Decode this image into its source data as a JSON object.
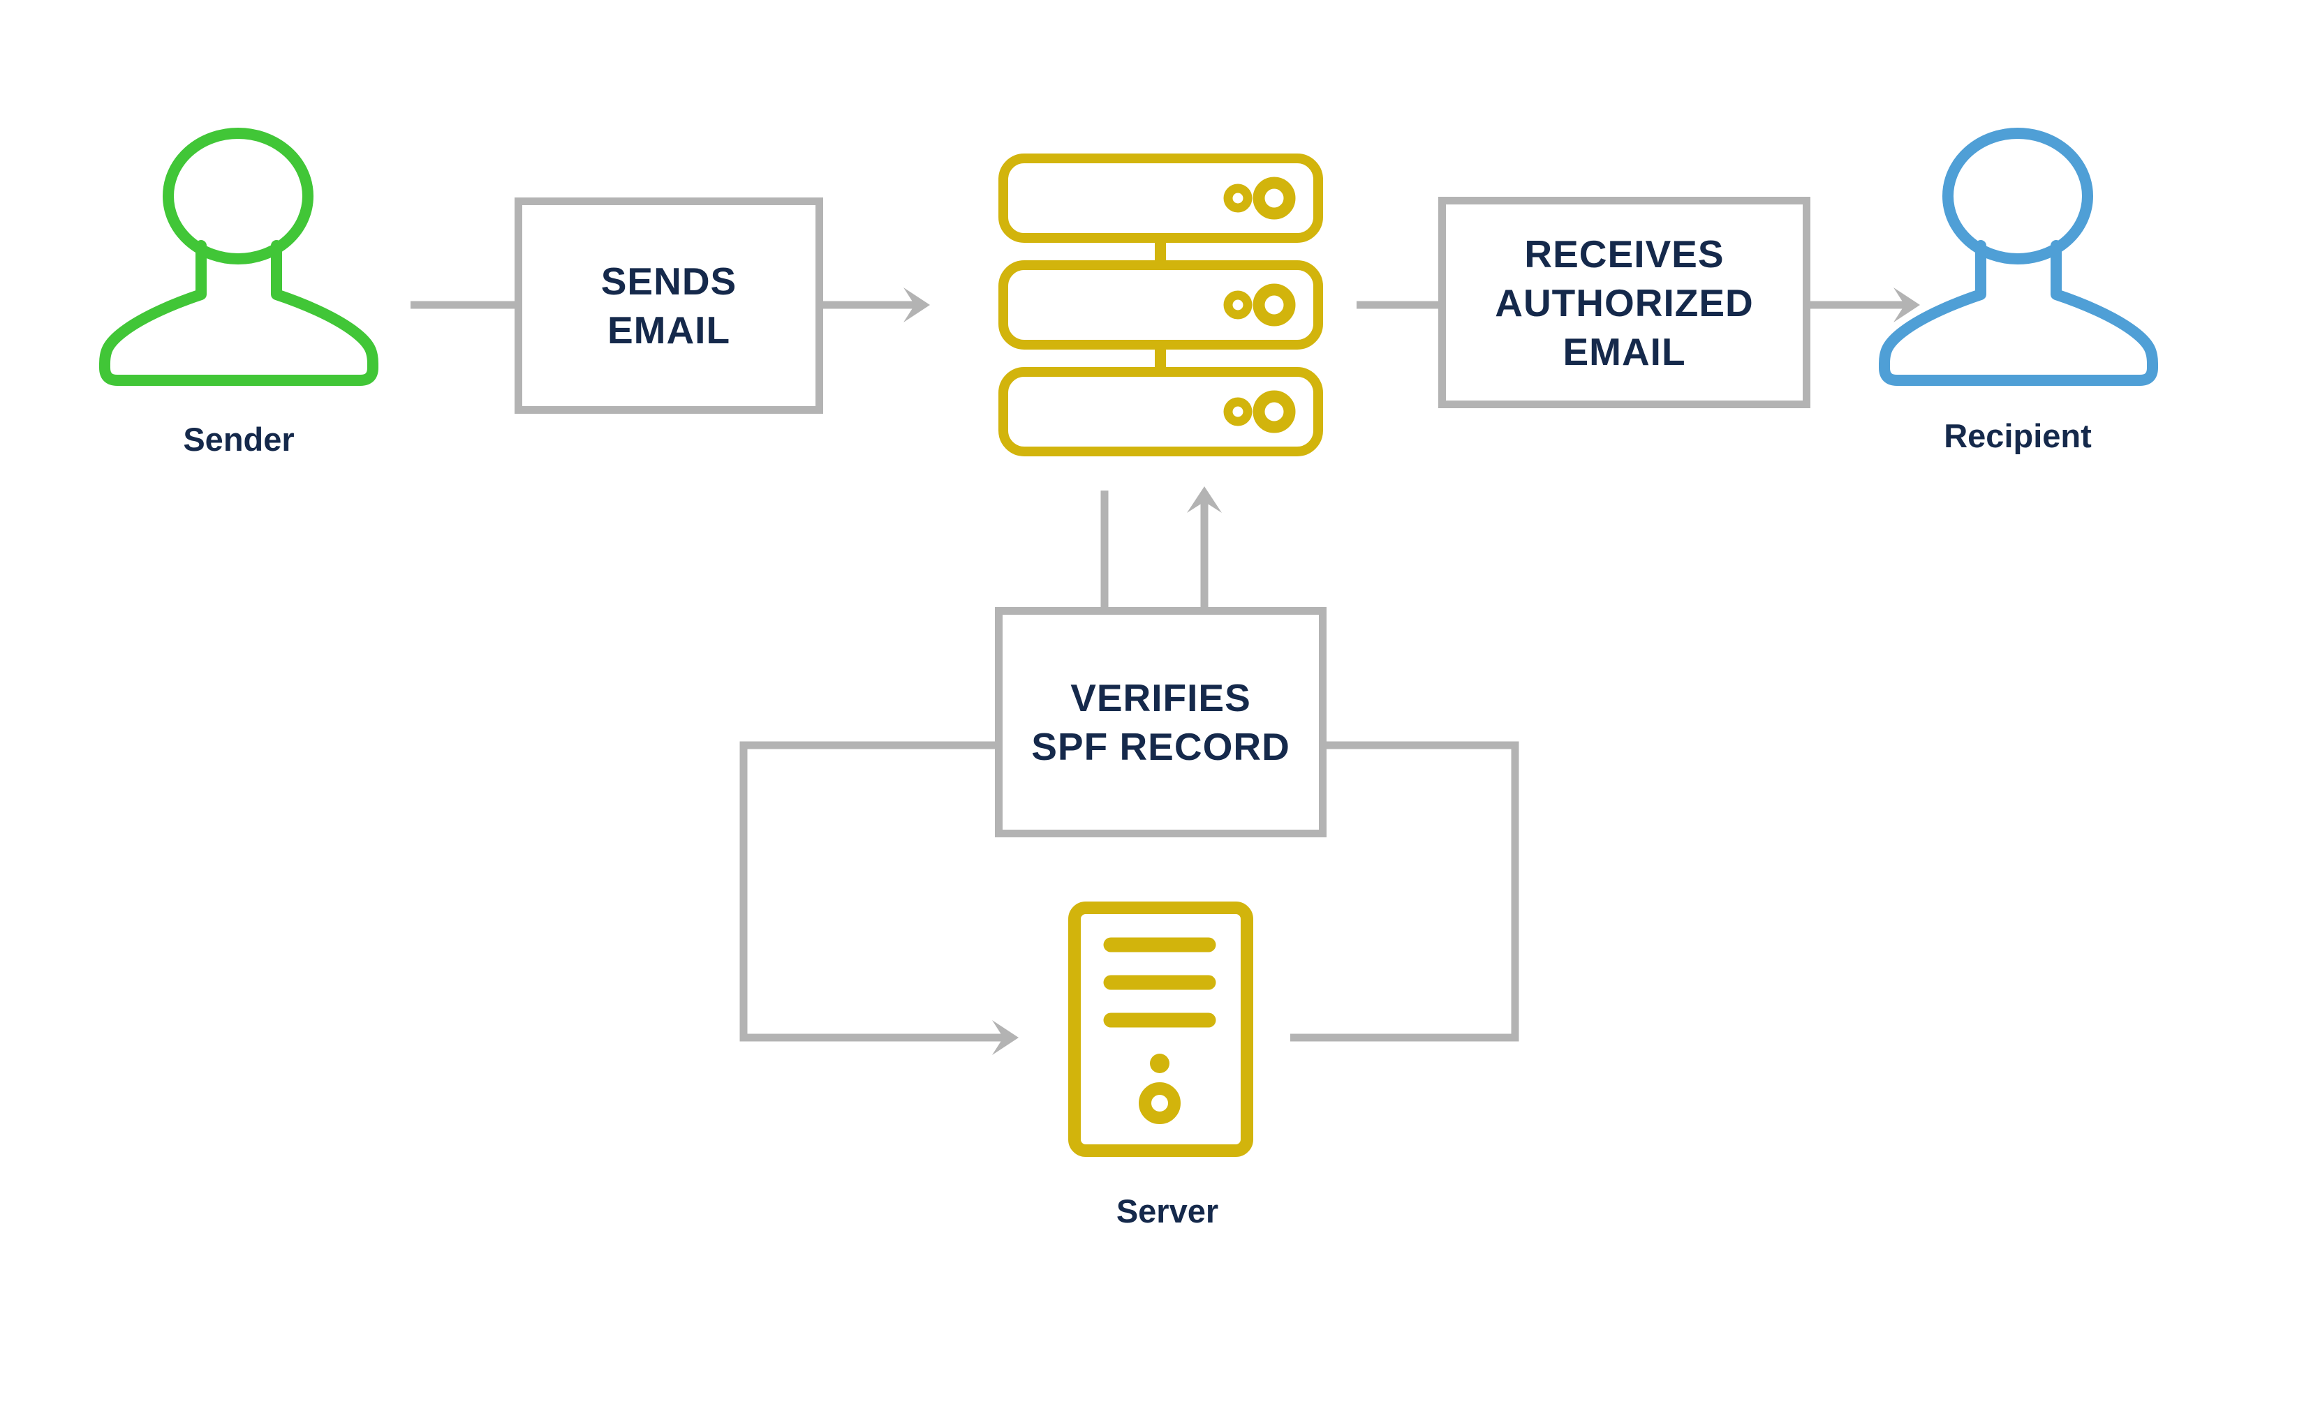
{
  "nodes": {
    "sender": {
      "label": "Sender"
    },
    "recipient": {
      "label": "Recipient"
    },
    "server": {
      "label": "Server"
    }
  },
  "boxes": {
    "sends_email": {
      "label": "SENDS\nEMAIL"
    },
    "receives_authorized_email": {
      "label": "RECEIVES\nAUTHORIZED\nEMAIL"
    },
    "verifies_spf_record": {
      "label": "VERIFIES\nSPF RECORD"
    }
  },
  "icons": {
    "sender": "person-outline-icon",
    "recipient": "person-outline-icon",
    "mail_server": "server-rack-stack-icon",
    "dns_server": "server-tower-icon"
  },
  "colors": {
    "green": "#41C637",
    "blue": "#4F9FD6",
    "gold": "#D2B40C",
    "gray": "#B3B3B3",
    "navy": "#15294B"
  }
}
